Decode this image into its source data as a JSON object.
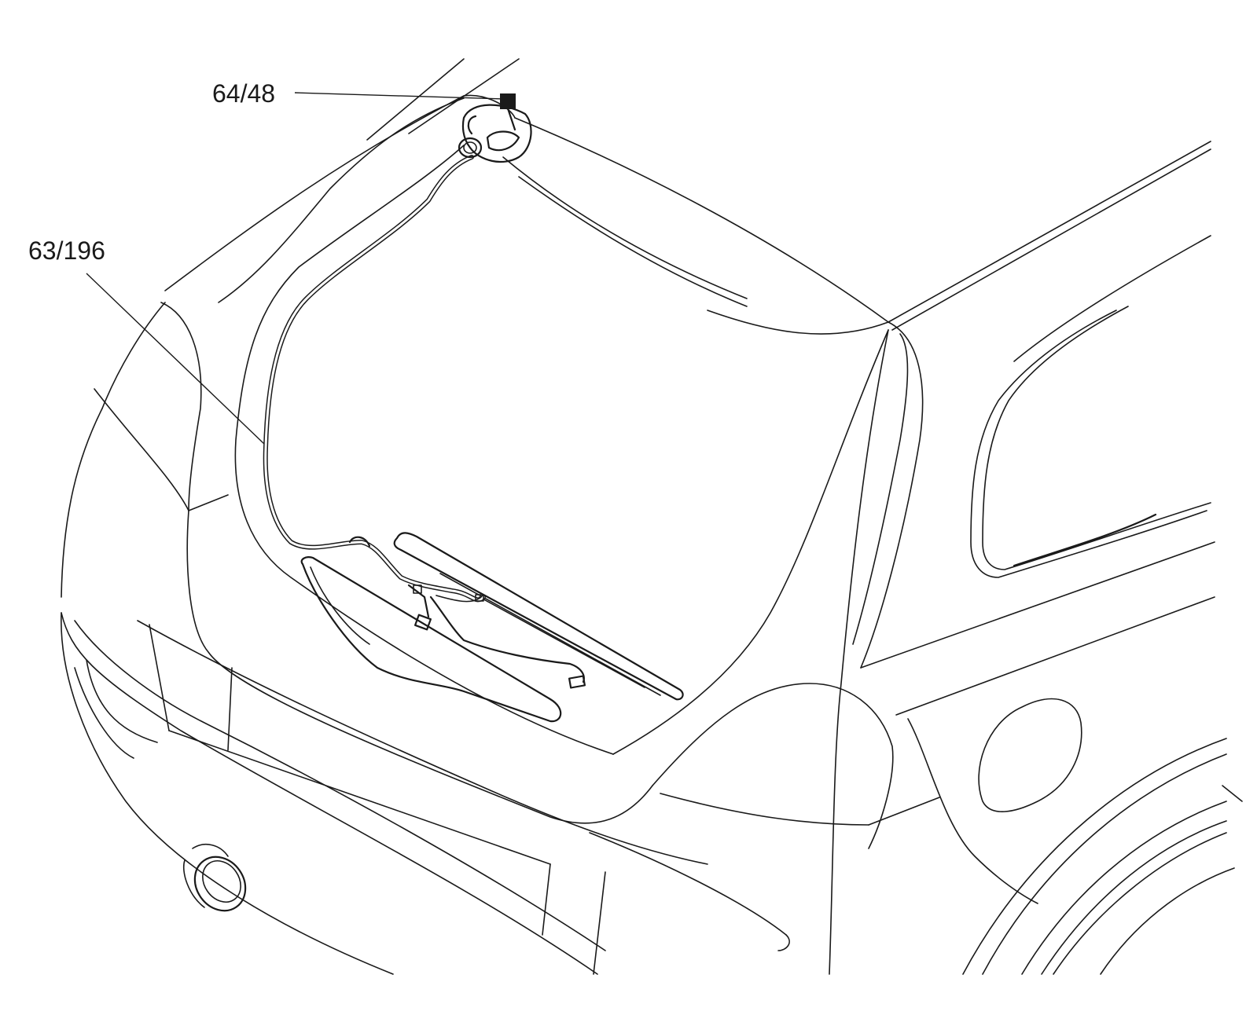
{
  "callouts": [
    {
      "id": "connector",
      "label": "64/48"
    },
    {
      "id": "harness",
      "label": "63/196"
    }
  ]
}
